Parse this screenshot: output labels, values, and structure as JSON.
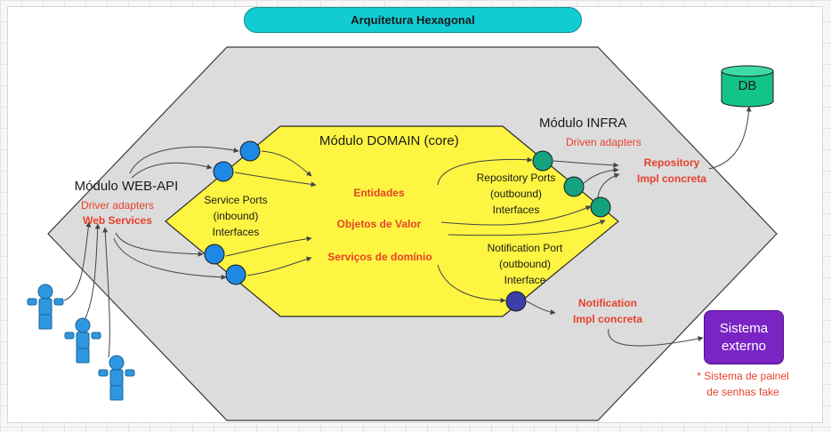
{
  "title": "Arquitetura Hexagonal",
  "domain_module": {
    "title": "Módulo DOMAIN (core)",
    "items": [
      "Entidades",
      "Objetos de Valor",
      "Serviços de domínio"
    ],
    "service_ports": [
      "Service Ports",
      "(inbound)",
      "Interfaces"
    ],
    "repository_ports": [
      "Repository Ports",
      "(outbound)",
      "Interfaces"
    ],
    "notification_port": [
      "Notification Port",
      "(outbound)",
      "Interface"
    ]
  },
  "web_api": {
    "title": "Módulo WEB-API",
    "subtitle": "Driver adapters",
    "adapter": "Web Services"
  },
  "infra": {
    "title": "Módulo INFRA",
    "subtitle": "Driven adapters",
    "repository_impl": [
      "Repository",
      "Impl concreta"
    ],
    "notification_impl": [
      "Notification",
      "Impl concreta"
    ]
  },
  "database": {
    "label": "DB"
  },
  "external_system": {
    "label": [
      "Sistema",
      "externo"
    ],
    "note": [
      "* Sistema de painel",
      "de senhas fake"
    ]
  },
  "colors": {
    "accent_red": "#e8412c",
    "title_pill": "#12ccd4",
    "outer_hexagon": "#dcdcdc",
    "domain_hexagon": "#fdf542",
    "inbound_port": "#1e88e5",
    "outbound_port": "#13a27d",
    "notification_port": "#3e3ea8",
    "database": "#12c48a",
    "external_system": "#7a24c4",
    "actor": "#2f97e0"
  },
  "icons": [
    "actor-icon",
    "database-icon",
    "port-circle-icon"
  ]
}
